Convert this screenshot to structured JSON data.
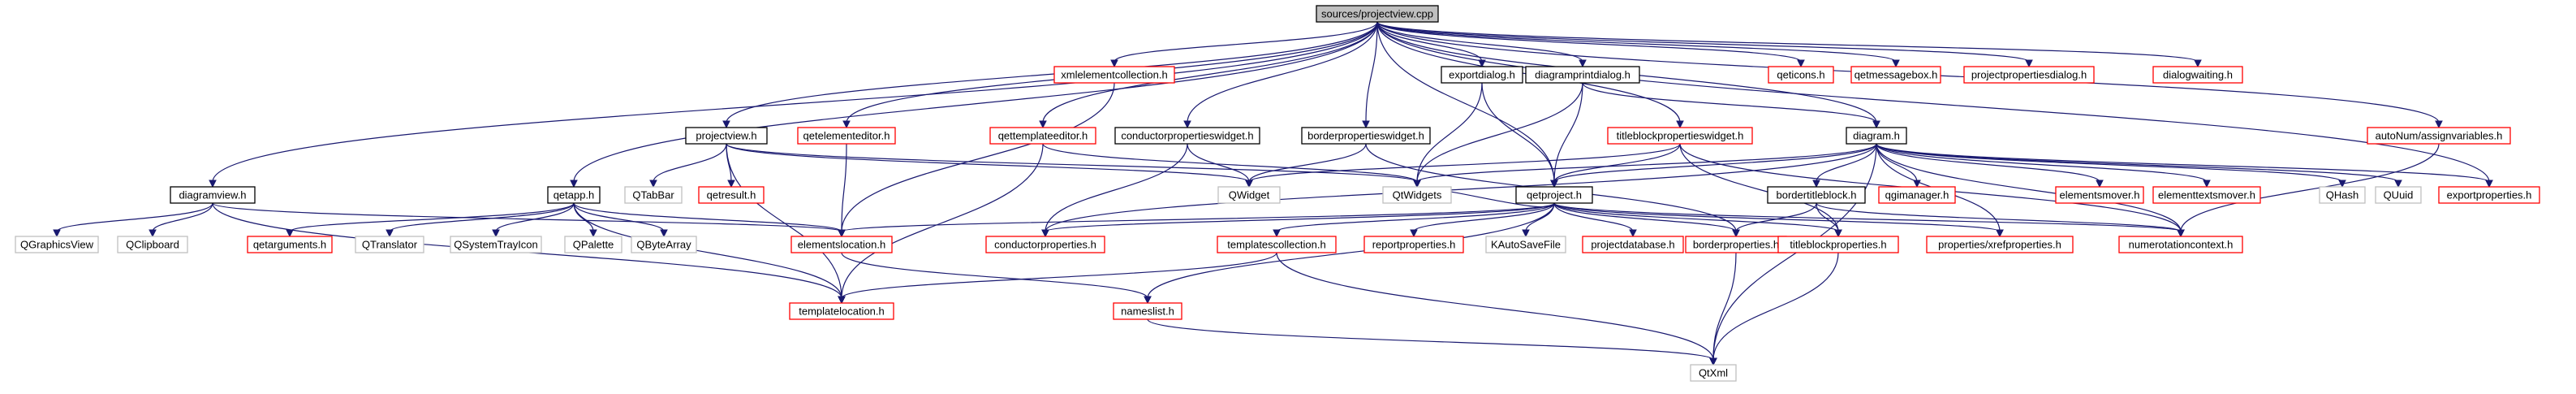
{
  "graph": {
    "nodes": {
      "n_projectview_cpp": {
        "label": "sources/projectview.cpp",
        "style": "root"
      },
      "n_xmlelementcollection": {
        "label": "xmlelementcollection.h",
        "style": "red"
      },
      "n_exportdialog": {
        "label": "exportdialog.h",
        "style": "black"
      },
      "n_diagramprintdialog": {
        "label": "diagramprintdialog.h",
        "style": "black"
      },
      "n_qeticons": {
        "label": "qeticons.h",
        "style": "red"
      },
      "n_qetmessagebox": {
        "label": "qetmessagebox.h",
        "style": "red"
      },
      "n_projectpropertiesdialog": {
        "label": "projectpropertiesdialog.h",
        "style": "red"
      },
      "n_dialogwaiting": {
        "label": "dialogwaiting.h",
        "style": "red"
      },
      "n_qetelementeditor": {
        "label": "qetelementeditor.h",
        "style": "red"
      },
      "n_qettemplateeditor": {
        "label": "qettemplateeditor.h",
        "style": "red"
      },
      "n_conductorpropertieswidget": {
        "label": "conductorpropertieswidget.h",
        "style": "black"
      },
      "n_borderpropertieswidget": {
        "label": "borderpropertieswidget.h",
        "style": "black"
      },
      "n_titleblockpropertieswidget": {
        "label": "titleblockpropertieswidget.h",
        "style": "red"
      },
      "n_diagram": {
        "label": "diagram.h",
        "style": "black"
      },
      "n_autonum": {
        "label": "autoNum/assignvariables.h",
        "style": "red"
      },
      "n_projectview_h": {
        "label": "projectview.h",
        "style": "black"
      },
      "n_diagramview": {
        "label": "diagramview.h",
        "style": "black"
      },
      "n_qetapp": {
        "label": "qetapp.h",
        "style": "black"
      },
      "n_qtabbar": {
        "label": "QTabBar",
        "style": "gray"
      },
      "n_qetresult": {
        "label": "qetresult.h",
        "style": "red"
      },
      "n_qwidget": {
        "label": "QWidget",
        "style": "gray"
      },
      "n_qtwidgets": {
        "label": "QtWidgets",
        "style": "gray"
      },
      "n_qetproject": {
        "label": "qetproject.h",
        "style": "black"
      },
      "n_qgimanager": {
        "label": "qgimanager.h",
        "style": "red"
      },
      "n_bordertitleblock": {
        "label": "bordertitleblock.h",
        "style": "black"
      },
      "n_elementsmover": {
        "label": "elementsmover.h",
        "style": "red"
      },
      "n_elementtextsmover": {
        "label": "elementtextsmover.h",
        "style": "red"
      },
      "n_qhash": {
        "label": "QHash",
        "style": "gray"
      },
      "n_quuid": {
        "label": "QUuid",
        "style": "gray"
      },
      "n_exportproperties": {
        "label": "exportproperties.h",
        "style": "red"
      },
      "n_qgraphicsview": {
        "label": "QGraphicsView",
        "style": "gray"
      },
      "n_qclipboard": {
        "label": "QClipboard",
        "style": "gray"
      },
      "n_qetarguments": {
        "label": "qetarguments.h",
        "style": "red"
      },
      "n_qtranslator": {
        "label": "QTranslator",
        "style": "gray"
      },
      "n_qsystemtrayicon": {
        "label": "QSystemTrayIcon",
        "style": "gray"
      },
      "n_qpalette": {
        "label": "QPalette",
        "style": "gray"
      },
      "n_qbytearray": {
        "label": "QByteArray",
        "style": "gray"
      },
      "n_elementslocation": {
        "label": "elementslocation.h",
        "style": "red"
      },
      "n_conductorproperties": {
        "label": "conductorproperties.h",
        "style": "red"
      },
      "n_templatescollection": {
        "label": "templatescollection.h",
        "style": "red"
      },
      "n_reportproperties": {
        "label": "reportproperties.h",
        "style": "red"
      },
      "n_kautosavefile": {
        "label": "KAutoSaveFile",
        "style": "gray"
      },
      "n_projectdatabase": {
        "label": "projectdatabase.h",
        "style": "red"
      },
      "n_borderproperties": {
        "label": "borderproperties.h",
        "style": "red"
      },
      "n_titleblockproperties": {
        "label": "titleblockproperties.h",
        "style": "red"
      },
      "n_xrefproperties": {
        "label": "properties/xrefproperties.h",
        "style": "red"
      },
      "n_numerotationcontext": {
        "label": "numerotationcontext.h",
        "style": "red"
      },
      "n_templatelocation": {
        "label": "templatelocation.h",
        "style": "red"
      },
      "n_nameslist": {
        "label": "nameslist.h",
        "style": "red"
      },
      "n_qtxml": {
        "label": "QtXml",
        "style": "gray"
      }
    },
    "colors": {
      "edge": "#191970",
      "root_fill": "#bfbfbf",
      "root_border": "#000000",
      "black_border": "#000000",
      "red_border": "#ff0000",
      "gray_border": "#bfbfbf",
      "node_fill": "#ffffff"
    }
  }
}
